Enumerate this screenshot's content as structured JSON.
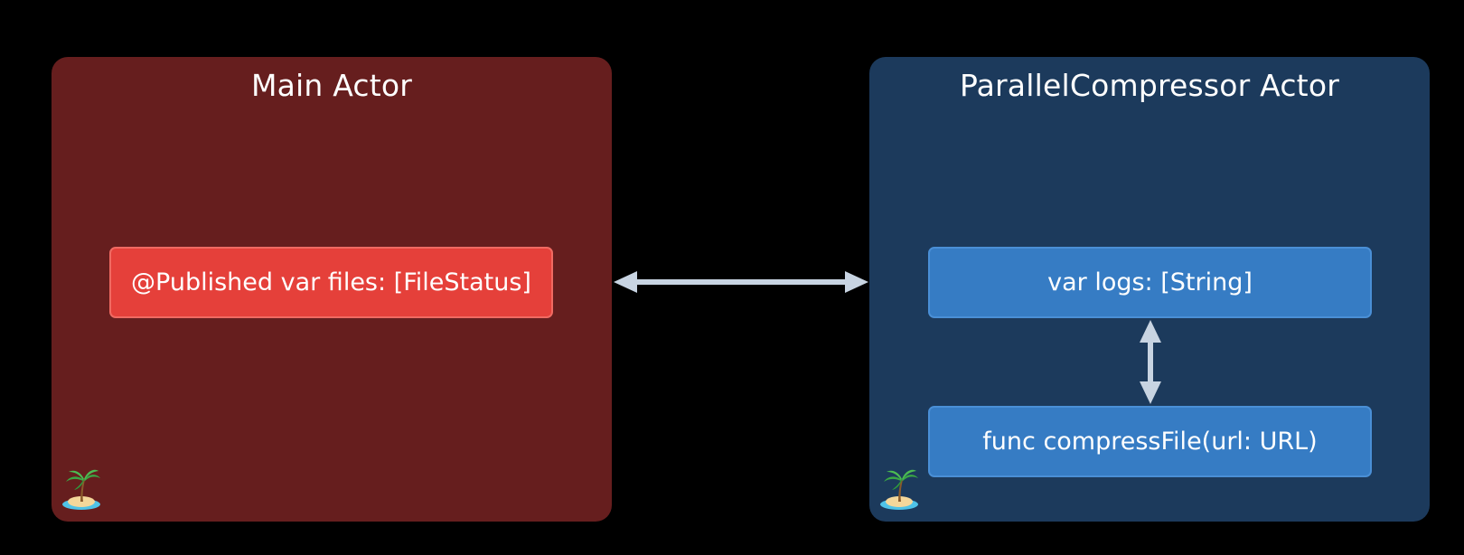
{
  "main_actor": {
    "title": "Main Actor",
    "property": "@Published var files: [FileStatus]"
  },
  "compressor_actor": {
    "title": "ParallelCompressor Actor",
    "property": "var logs: [String]",
    "method": "func compressFile(url: URL)"
  },
  "colors": {
    "background": "#000000",
    "main_actor_fill": "#661e1e",
    "main_property_fill": "#e5403a",
    "compressor_actor_fill": "#1c3a5c",
    "compressor_box_fill": "#367cc4",
    "arrow": "#c8d4e2"
  },
  "icons": {
    "actor_badge": "desert-island-icon"
  }
}
